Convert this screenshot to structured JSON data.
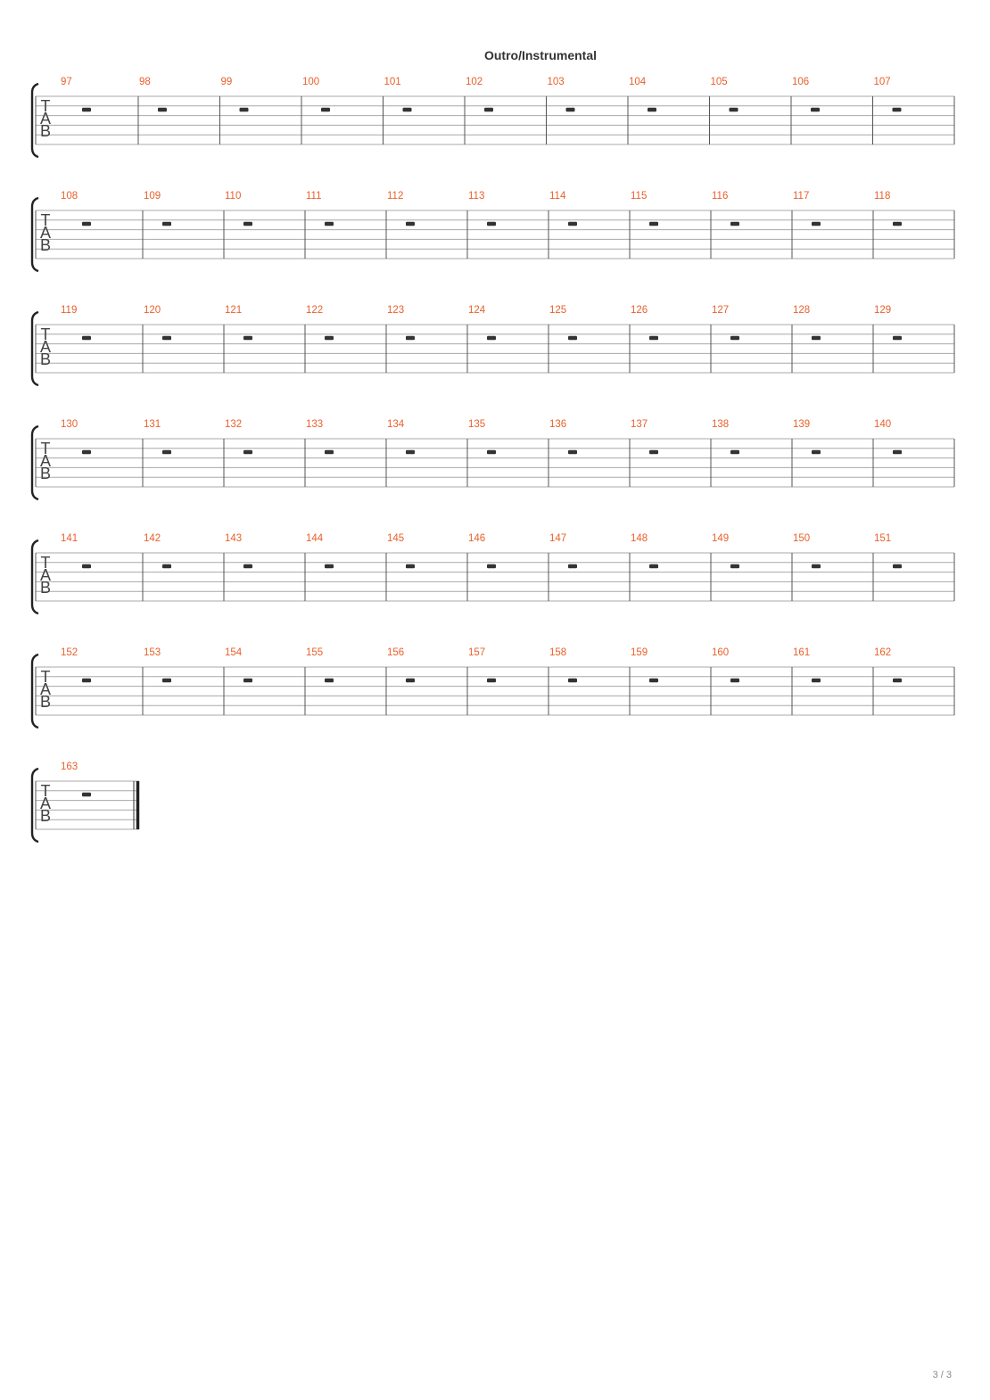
{
  "score": {
    "section_title": "Outro/Instrumental",
    "page_number": "3 / 3",
    "tab_clef_letters": [
      "T",
      "A",
      "B"
    ],
    "measure_number_color": "#e8602c",
    "staff_line_color": "#a8a8a8",
    "rest_color": "#333333",
    "rest_symbol": "half-rest",
    "final_barline": "double-end",
    "systems": [
      {
        "measures": [
          "97",
          "98",
          "99",
          "100",
          "101",
          "102",
          "103",
          "104",
          "105",
          "106",
          "107"
        ]
      },
      {
        "measures": [
          "108",
          "109",
          "110",
          "111",
          "112",
          "113",
          "114",
          "115",
          "116",
          "117",
          "118"
        ]
      },
      {
        "measures": [
          "119",
          "120",
          "121",
          "122",
          "123",
          "124",
          "125",
          "126",
          "127",
          "128",
          "129"
        ]
      },
      {
        "measures": [
          "130",
          "131",
          "132",
          "133",
          "134",
          "135",
          "136",
          "137",
          "138",
          "139",
          "140"
        ]
      },
      {
        "measures": [
          "141",
          "142",
          "143",
          "144",
          "145",
          "146",
          "147",
          "148",
          "149",
          "150",
          "151"
        ]
      },
      {
        "measures": [
          "152",
          "153",
          "154",
          "155",
          "156",
          "157",
          "158",
          "159",
          "160",
          "161",
          "162"
        ]
      },
      {
        "measures": [
          "163"
        ]
      }
    ]
  }
}
